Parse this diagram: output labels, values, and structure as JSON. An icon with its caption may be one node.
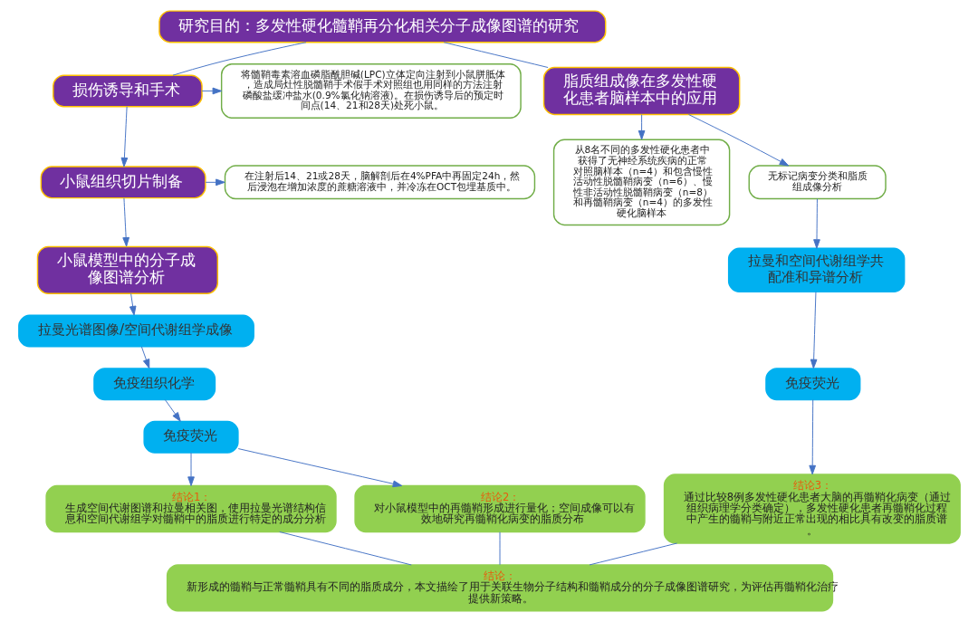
{
  "diagram": {
    "nodes": [
      {
        "text": [
          "研究目的：多发性硬化髓鞘再分化相关分子成像图谱的研究"
        ]
      },
      {
        "text": [
          "损伤诱导和手术"
        ]
      },
      {
        "text": [
          "将髓鞘毒素溶血磷脂酰胆碱(LPC)立体定向注射到小鼠胼胝体，造成局灶性脱髓鞘手术假手术对照组也用同样的方法注射磷酸盐缓冲盐水(0.9%氯化钠溶液)。在损伤诱导后的预定时间点(14、21和28天)处死小鼠。"
        ]
      },
      {
        "text": [
          "小鼠组织切片制备"
        ]
      },
      {
        "text": [
          "在注射后14、21或28天，脑解剖后在4%PFA中再固定24h，然后浸泡在增加浓度的蔗糖溶液中，并冷冻在OCT包埋基质中。"
        ]
      },
      {
        "text": [
          "小鼠模型中的分子成像图谱分析"
        ]
      },
      {
        "text": [
          "拉曼光谱图像/空间代谢组学成像"
        ]
      },
      {
        "text": [
          "免疫组织化学"
        ]
      },
      {
        "text": [
          "免疫荧光"
        ]
      },
      {
        "text": [
          "从8名不同的多发性硬化患者中获得了无神经系统疾病的正常对照脑样本（n=4）和包含慢性活动性脱髓鞘病变（n=6）、慢性非活动性脱髓鞘病变（n=8）和再髓鞘病变（n=4）的多发性硬化脑样本"
        ]
      },
      {
        "text": [
          "脂质组成像在多发性硬化患者脑样本中的应用"
        ]
      },
      {
        "text": [
          "无标记病变分类和脂质组成像分析"
        ]
      },
      {
        "text": [
          "拉曼和空间代谢组学共配准和异谱分析"
        ]
      },
      {
        "text": [
          "免疫荧光"
        ]
      },
      {
        "text": [
          "结论1：",
          "生成空间代谢图谱和拉曼相关图，使用拉曼光谱结构信息和空间代谢组学对髓鞘中的脂质进行特定的成分分析"
        ]
      },
      {
        "text": [
          "结论2：",
          "对小鼠模型中的再髓鞘形成进行量化；空间成像可以有效地研究再髓鞘化病变的脂质分布"
        ]
      },
      {
        "text": [
          "结论3：",
          "通过比较8例多发性硬化患者大脑的再髓鞘化病变（通过组织病理学分类确定），多发性硬化患者再髓鞘化过程中产生的髓鞘与附近正常出现的相比具有改变的脂质谱。"
        ]
      },
      {
        "text": [
          "结论：",
          "新形成的髓鞘与正常髓鞘具有不同的脂质成分，本文描绘了用于关联生物分子结构和髓鞘成分的分子成像图谱研究，为评估再髓鞘化治疗提供新策略。"
        ]
      }
    ],
    "edges": [
      {
        "from": 0,
        "to": 1,
        "arrow": "none"
      },
      {
        "from": 0,
        "to": 10,
        "arrow": "none"
      },
      {
        "from": 1,
        "to": 2,
        "arrow": "to"
      },
      {
        "from": 1,
        "to": 3,
        "arrow": "to"
      },
      {
        "from": 3,
        "to": 4,
        "arrow": "to"
      },
      {
        "from": 3,
        "to": 5,
        "arrow": "to"
      },
      {
        "from": 5,
        "to": 6,
        "arrow": "to"
      },
      {
        "from": 6,
        "to": 7,
        "arrow": "to"
      },
      {
        "from": 7,
        "to": 8,
        "arrow": "to"
      },
      {
        "from": 8,
        "to": 14,
        "arrow": "to"
      },
      {
        "from": 8,
        "to": 15,
        "arrow": "to"
      },
      {
        "from": 10,
        "to": 9,
        "arrow": "to"
      },
      {
        "from": 10,
        "to": 11,
        "arrow": "to"
      },
      {
        "from": 11,
        "to": 12,
        "arrow": "to"
      },
      {
        "from": 12,
        "to": 13,
        "arrow": "to"
      },
      {
        "from": 13,
        "to": 16,
        "arrow": "to"
      },
      {
        "from": 14,
        "to": 17,
        "arrow": "none"
      },
      {
        "from": 15,
        "to": 17,
        "arrow": "none"
      },
      {
        "from": 16,
        "to": 17,
        "arrow": "none"
      }
    ]
  }
}
